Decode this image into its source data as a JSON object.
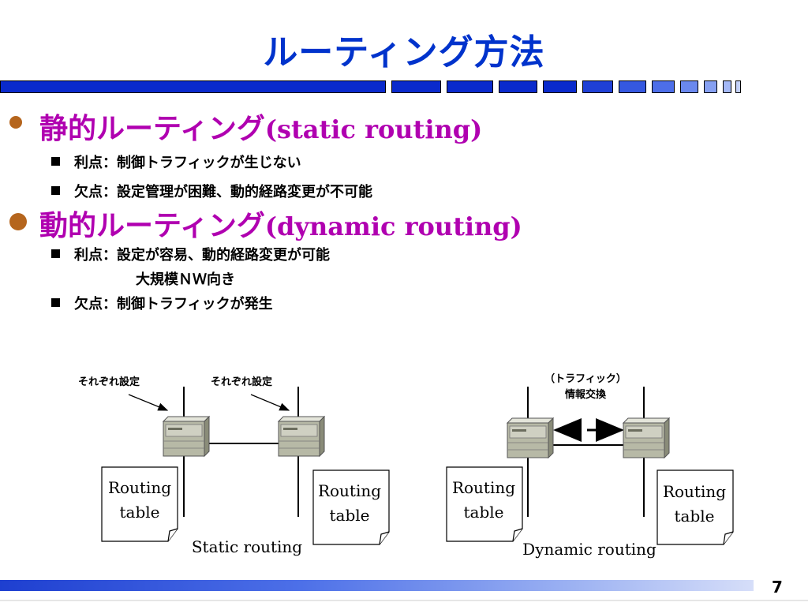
{
  "slide": {
    "title": "ルーティング方法",
    "page_number": "7"
  },
  "bullets": [
    {
      "heading_jp": "静的ルーティング",
      "heading_en": "(static routing)",
      "items": [
        {
          "label": "利点：",
          "text": "制御トラフィックが生じない"
        },
        {
          "label": "欠点：",
          "text": "設定管理が困難、動的経路変更が不可能"
        }
      ]
    },
    {
      "heading_jp": "動的ルーティング",
      "heading_en": "(dynamic routing)",
      "items": [
        {
          "label": "利点：",
          "text": "設定が容易、動的経路変更が可能",
          "text2": "大規模ＮＷ向き"
        },
        {
          "label": "欠点：",
          "text": "制御トラフィックが発生"
        }
      ]
    }
  ],
  "diagram": {
    "static": {
      "caption": "Static routing",
      "annotation_left": "それぞれ設定",
      "annotation_right": "それぞれ設定",
      "table_left_line1": "Routing",
      "table_left_line2": "table",
      "table_right_line1": "Routing",
      "table_right_line2": "table"
    },
    "dynamic": {
      "caption": "Dynamic routing",
      "annotation_line1": "（トラフィック）",
      "annotation_line2": "情報交換",
      "table_left_line1": "Routing",
      "table_left_line2": "table",
      "table_right_line1": "Routing",
      "table_right_line2": "table"
    }
  },
  "colors": {
    "title": "#0033cc",
    "heading": "#b000b0",
    "bullet": "#b5651d",
    "bar": "#0a2acc",
    "router_body": "#b7b9a6"
  }
}
